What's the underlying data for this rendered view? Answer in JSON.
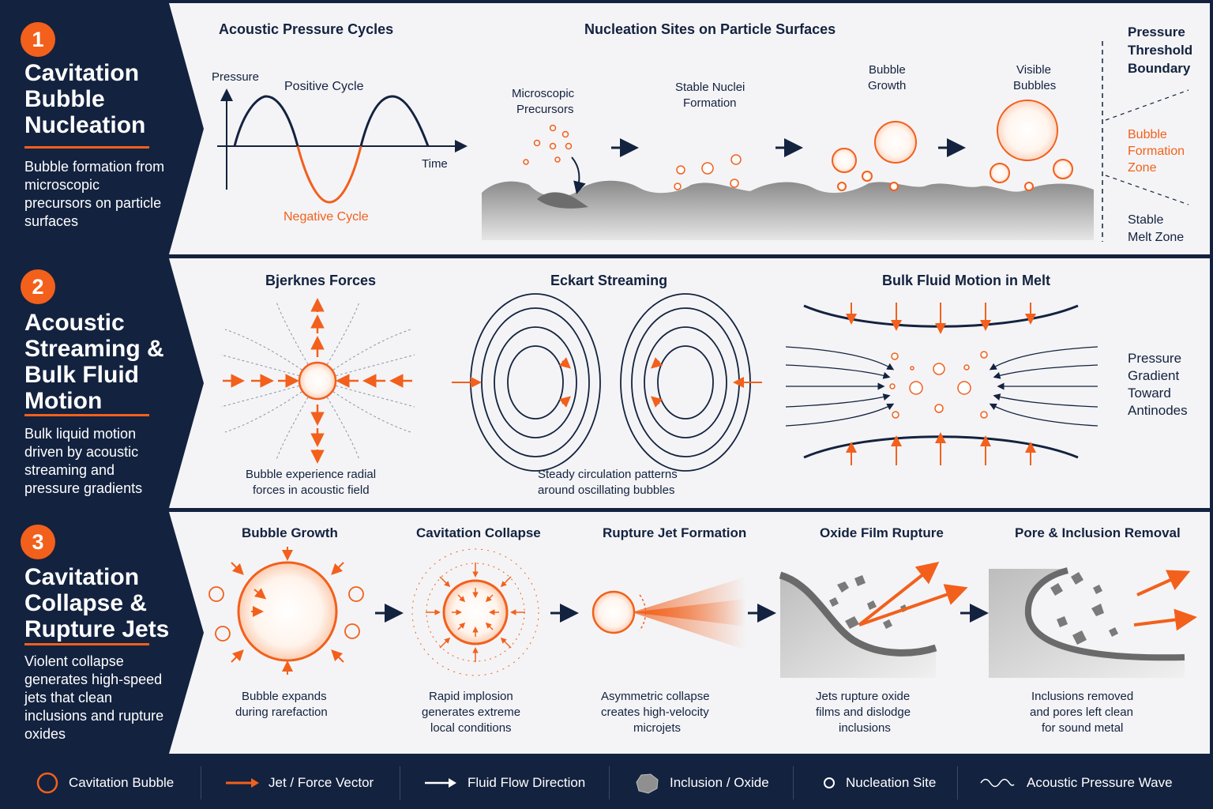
{
  "sections": [
    {
      "number": "1",
      "title": "Cavitation Bubble Nucleation",
      "desc": "Bubble formation from microscopic precursors on particle surfaces"
    },
    {
      "number": "2",
      "title": "Acoustic Streaming & Bulk Fluid Motion",
      "desc": "Bulk liquid motion driven by acoustic streaming and pressure gradients"
    },
    {
      "number": "3",
      "title": "Cavitation Collapse & Rupture Jets",
      "desc": "Violent collapse generates high-speed jets that clean inclusions and rupture oxides"
    }
  ],
  "row1": {
    "wave_title": "Acoustic Pressure Cycles",
    "pressure_axis": "Pressure",
    "time_axis": "Time",
    "positive": "Positive Cycle",
    "negative": "Negative Cycle",
    "nuc_title": "Nucleation Sites on Particle Surfaces",
    "step1": "Microscopic Precursors",
    "step2": "Stable Nuclei Formation",
    "step3": "Bubble Growth",
    "step4": "Visible Bubbles",
    "zone_top": "Pressure Threshold Boundary",
    "zone_mid": "Bubble Formation Zone",
    "zone_bot": "Stable Melt Zone"
  },
  "row2": {
    "bjerknes_title": "Bjerknes Forces",
    "bjerknes_caption": "Bubble experience radial forces in acoustic field",
    "eckart_title": "Eckart Streaming",
    "eckart_caption": "Steady circulation patterns around oscillating bubbles",
    "bulk_title": "Bulk Fluid Motion in Melt",
    "gradient": "Pressure Gradient Toward Antinodes"
  },
  "row3": {
    "growth_title": "Bubble Growth",
    "growth_caption": "Bubble expands during rarefaction",
    "collapse_title": "Cavitation Collapse",
    "collapse_caption": "Rapid implosion generates extreme local conditions",
    "jet_title": "Rupture Jet Formation",
    "jet_caption": "Asymmetric collapse creates high-velocity microjets",
    "oxide_title": "Oxide Film Rupture",
    "oxide_caption": "Jets rupture oxide films and dislodge inclusions",
    "removal_title": "Pore & Inclusion Removal",
    "removal_caption": "Inclusions removed and pores left clean for sound metal"
  },
  "legend": [
    {
      "label": "Cavitation Bubble",
      "icon": "orange-circle-icon"
    },
    {
      "label": "Jet / Force Vector",
      "icon": "orange-arrow-icon"
    },
    {
      "label": "Fluid Flow Direction",
      "icon": "white-arrow-icon"
    },
    {
      "label": "Inclusion / Oxide",
      "icon": "rock-icon"
    },
    {
      "label": "Nucleation Site",
      "icon": "small-circle-icon"
    },
    {
      "label": "Acoustic Pressure Wave",
      "icon": "wave-icon"
    }
  ],
  "colors": {
    "navy": "#13223f",
    "orange": "#f2601c",
    "panel": "#f4f4f6"
  }
}
